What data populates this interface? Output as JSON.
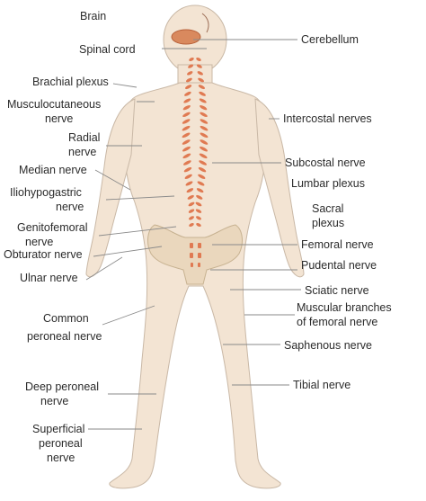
{
  "labels": {
    "brain": "Brain",
    "spinal_cord": "Spinal cord",
    "cerebellum": "Cerebellum",
    "brachial_plexus": "Brachial plexus",
    "musculocutaneous_1": "Musculocutaneous",
    "musculocutaneous_2": "nerve",
    "intercostal": "Intercostal nerves",
    "radial_1": "Radial",
    "radial_2": "nerve",
    "median": "Median nerve",
    "subcostal": "Subcostal nerve",
    "ilio_1": "Iliohypogastric",
    "ilio_2": "nerve",
    "lumbar": "Lumbar plexus",
    "genito_1": "Genitofemoral",
    "genito_2": "nerve",
    "sacral_1": "Sacral",
    "sacral_2": "plexus",
    "obturator": "Obturator nerve",
    "femoral": "Femoral nerve",
    "pudental": "Pudental nerve",
    "ulnar": "Ulnar nerve",
    "sciatic": "Sciatic nerve",
    "common_1": "Common",
    "common_2": "peroneal nerve",
    "muscular_1": "Muscular branches",
    "muscular_2": "of femoral nerve",
    "saphenous": "Saphenous nerve",
    "deep_1": "Deep peroneal",
    "deep_2": "nerve",
    "tibial": "Tibial nerve",
    "superficial_1": "Superficial",
    "superficial_2": "peroneal",
    "superficial_3": "nerve"
  },
  "colors": {
    "body": "#f3e4d3",
    "pelvis": "#ead7bd",
    "nerve_segments": "#e07a52"
  }
}
